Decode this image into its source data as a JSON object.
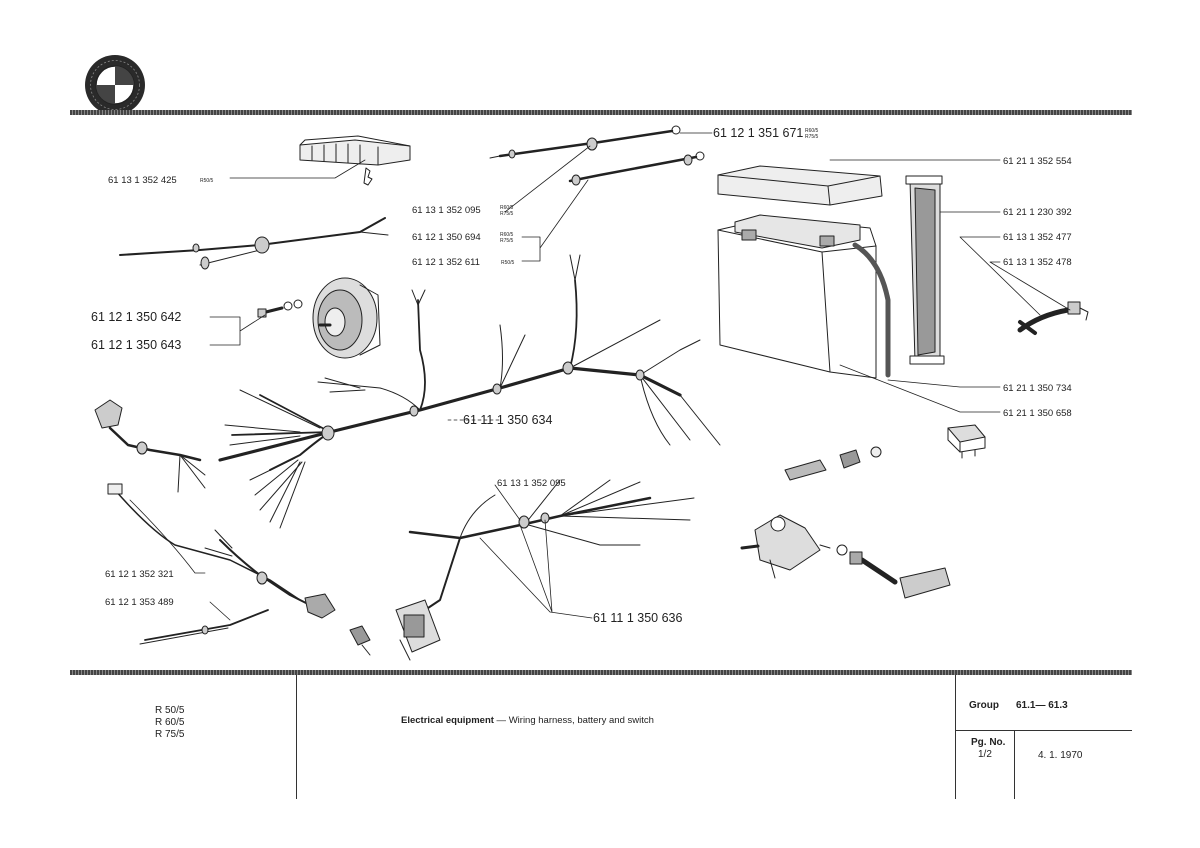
{
  "parts": {
    "p_1351671": {
      "number": "61 12 1 351 671",
      "models": [
        "R60/5",
        "R75/5"
      ]
    },
    "p_1352554": {
      "number": "61 21 1 352 554"
    },
    "p_1352425": {
      "number": "61 13 1 352 425",
      "models": [
        "R50/5"
      ]
    },
    "p_1230392": {
      "number": "61 21 1 230 392"
    },
    "p_1352095a": {
      "number": "61 13 1 352 095",
      "models": [
        "R60/5",
        "R75/5"
      ]
    },
    "p_1352477": {
      "number": "61 13 1 352 477"
    },
    "p_1350694": {
      "number": "61 12 1 350 694",
      "models": [
        "R60/5",
        "R75/5"
      ]
    },
    "p_1352478": {
      "number": "61 13 1 352 478"
    },
    "p_1352611": {
      "number": "61 12 1 352 611",
      "models": [
        "R50/5"
      ]
    },
    "p_1350642": {
      "number": "61 12 1 350 642"
    },
    "p_1350643": {
      "number": "61 12 1 350 643"
    },
    "p_1350734": {
      "number": "61 21 1 350 734"
    },
    "p_1350634": {
      "number": "61 11 1 350 634"
    },
    "p_1350658": {
      "number": "61 21 1 350 658"
    },
    "p_1352095b": {
      "number": "61 13 1 352 095"
    },
    "p_1352321": {
      "number": "61 12 1 352 321"
    },
    "p_1353489": {
      "number": "61 12 1 353 489"
    },
    "p_1350636": {
      "number": "61 11 1 350 636"
    }
  },
  "footer": {
    "models": [
      "R 50/5",
      "R 60/5",
      "R 75/5"
    ],
    "title_bold": "Electrical equipment",
    "title_rest": " — Wiring harness, battery and switch",
    "group_label": "Group",
    "group_value": "61.1— 61.3",
    "page_label": "Pg. No.",
    "page_value": "1/2",
    "date": "4. 1. 1970"
  }
}
